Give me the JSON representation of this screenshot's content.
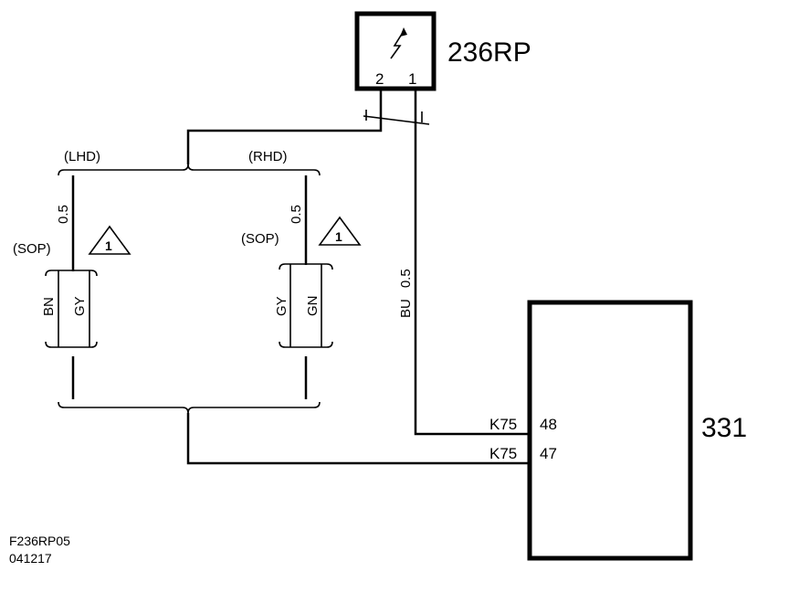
{
  "component_top": {
    "label": "236RP",
    "pin_left": "2",
    "pin_right": "1",
    "icon": "sensor-lightning-arrow-icon"
  },
  "component_right": {
    "label": "331",
    "pins": [
      {
        "connector": "K75",
        "pin": "48"
      },
      {
        "connector": "K75",
        "pin": "47"
      }
    ]
  },
  "branches": {
    "left": {
      "variant": "(LHD)",
      "gauge": "0.5",
      "sop": "(SOP)",
      "note": "1",
      "colors": [
        "BN",
        "GY"
      ]
    },
    "right": {
      "variant": "(RHD)",
      "gauge": "0.5",
      "sop": "(SOP)",
      "note": "1",
      "colors": [
        "GY",
        "GN"
      ]
    }
  },
  "wire_bu": {
    "color": "BU",
    "gauge": "0.5"
  },
  "footer": {
    "figure_code": "F236RP05",
    "date_code": "041217"
  }
}
